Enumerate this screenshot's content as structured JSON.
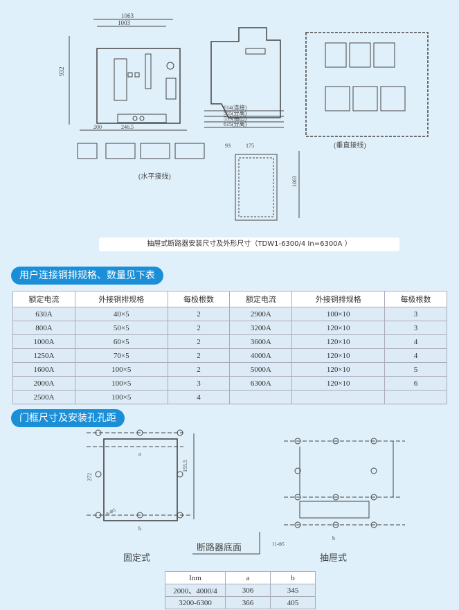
{
  "drawings": {
    "top": {
      "dim_1063": "1063",
      "dim_1003": "1003",
      "dim_932": "932",
      "dim_614": "614(连接)",
      "dim_555": "555(分离)",
      "dim_559": "559(抽出)",
      "dim_615": "615(分离)",
      "dim_200": "200",
      "dim_246": "246.5",
      "dim_175": "175",
      "dim_93": "93",
      "dim_1063b": "1063",
      "vertical_label": "(垂直接线)",
      "horizontal_label": "(水平接线)"
    },
    "caption": "抽屉式断路器安装尺寸及外形尺寸（TDW1-6300/4   In=6300A ）"
  },
  "section1": {
    "title": "用户连接铜排规格、数量见下表"
  },
  "busbar_table": {
    "headers": [
      "额定电流",
      "外接铜排规格",
      "每极根数",
      "额定电流",
      "外接铜排规格",
      "每极根数"
    ],
    "rows": [
      [
        "630A",
        "40×5",
        "2",
        "2900A",
        "100×10",
        "3"
      ],
      [
        "800A",
        "50×5",
        "2",
        "3200A",
        "120×10",
        "3"
      ],
      [
        "1000A",
        "60×5",
        "2",
        "3600A",
        "120×10",
        "4"
      ],
      [
        "1250A",
        "70×5",
        "2",
        "4000A",
        "120×10",
        "4"
      ],
      [
        "1600A",
        "100×5",
        "2",
        "5000A",
        "120×10",
        "5"
      ],
      [
        "2000A",
        "100×5",
        "3",
        "6300A",
        "120×10",
        "6"
      ],
      [
        "2500A",
        "100×5",
        "4",
        "",
        "",
        ""
      ]
    ]
  },
  "section2": {
    "title": "门框尺寸及安装孔孔距"
  },
  "door": {
    "fixed_label": "固定式",
    "drawer_label": "抽屉式",
    "bottom_label": "断路器底面",
    "dim_272": "272",
    "dim_155": "155.5",
    "dim_a": "a",
    "dim_b": "b",
    "dim_hole": "8-Φ5",
    "dim_hole2": "11-Φ5"
  },
  "ab_table": {
    "headers": [
      "Inm",
      "a",
      "b"
    ],
    "rows": [
      [
        "2000、4000/4",
        "306",
        "345"
      ],
      [
        "3200-6300",
        "366",
        "405"
      ]
    ]
  }
}
